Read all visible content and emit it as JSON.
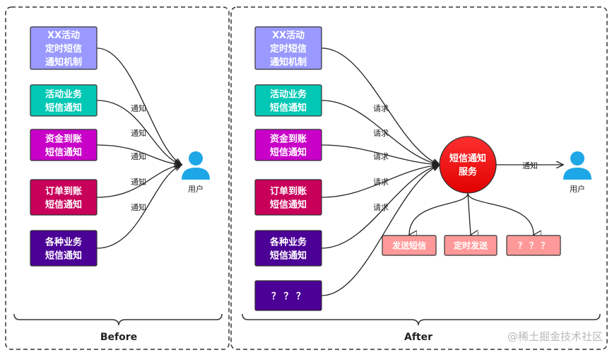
{
  "before": {
    "label": "Before",
    "sources": [
      {
        "lines": [
          "XX活动",
          "定时短信",
          "通知机制"
        ],
        "color": "#9999ff"
      },
      {
        "lines": [
          "活动业务",
          "短信通知"
        ],
        "color": "#00c8b4"
      },
      {
        "lines": [
          "资金到账",
          "短信通知"
        ],
        "color": "#c800c8"
      },
      {
        "lines": [
          "订单到账",
          "短信通知"
        ],
        "color": "#c8005a"
      },
      {
        "lines": [
          "各种业务",
          "短信通知"
        ],
        "color": "#4b0096"
      }
    ],
    "edge_label": "通知",
    "user_label": "用户"
  },
  "after": {
    "label": "After",
    "sources": [
      {
        "lines": [
          "XX活动",
          "定时短信",
          "通知机制"
        ],
        "color": "#9999ff"
      },
      {
        "lines": [
          "活动业务",
          "短信通知"
        ],
        "color": "#00c8b4"
      },
      {
        "lines": [
          "资金到账",
          "短信通知"
        ],
        "color": "#c800c8"
      },
      {
        "lines": [
          "订单到账",
          "短信通知"
        ],
        "color": "#c8005a"
      },
      {
        "lines": [
          "各种业务",
          "短信通知"
        ],
        "color": "#4b0096"
      },
      {
        "lines": [
          "？ ？ ？"
        ],
        "color": "#4b0096"
      }
    ],
    "edge_label": "请求",
    "service": {
      "lines": [
        "短信通知",
        "服务"
      ],
      "color": "#ff0000"
    },
    "notify_label": "通知",
    "user_label": "用户",
    "subs": [
      {
        "label": "发送短信"
      },
      {
        "label": "定时发送"
      },
      {
        "label": "？ ？ ？"
      }
    ],
    "sub_color": "#ff9999"
  },
  "watermark": "@稀土掘金技术社区"
}
